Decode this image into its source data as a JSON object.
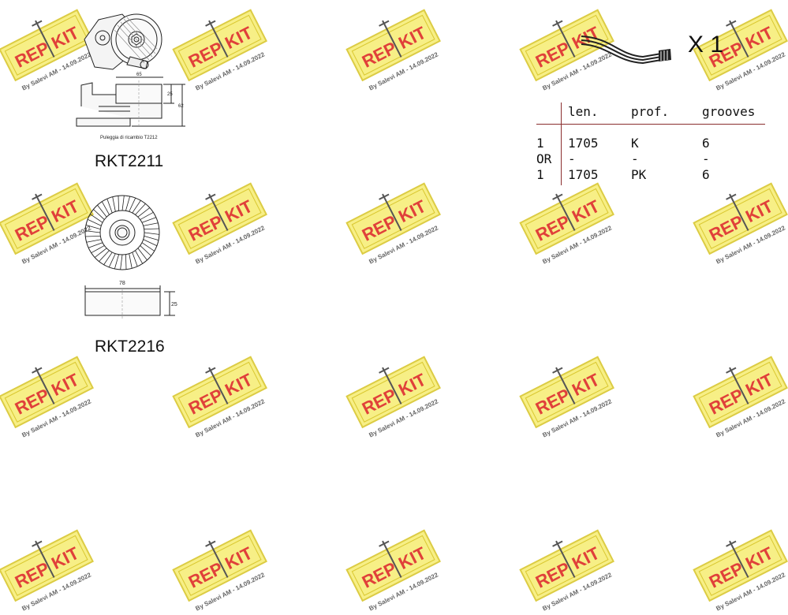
{
  "watermark": {
    "brand_left": "REP",
    "brand_right": "KIT",
    "tagline": "By Salevi AM - 14.09.2022"
  },
  "parts": [
    {
      "code": "RKT2211",
      "caption": "Puleggia di ricambio T2212",
      "dims": [
        "65",
        "25",
        "62"
      ]
    },
    {
      "code": "RKT2216",
      "dims": [
        "78",
        "25"
      ]
    }
  ],
  "belt": {
    "quantity_label": "X 1"
  },
  "spec_table": {
    "headers": [
      "len.",
      "prof.",
      "grooves"
    ],
    "rows": [
      [
        "1",
        "1705",
        "K",
        "6"
      ],
      [
        "OR",
        "-",
        "-",
        "-"
      ],
      [
        "1",
        "1705",
        "PK",
        "6"
      ]
    ]
  },
  "colors": {
    "watermark_fill": "#f7ee7a",
    "watermark_stroke": "#d9c730",
    "watermark_text": "#e0403a",
    "rule": "#8a2e2e"
  }
}
